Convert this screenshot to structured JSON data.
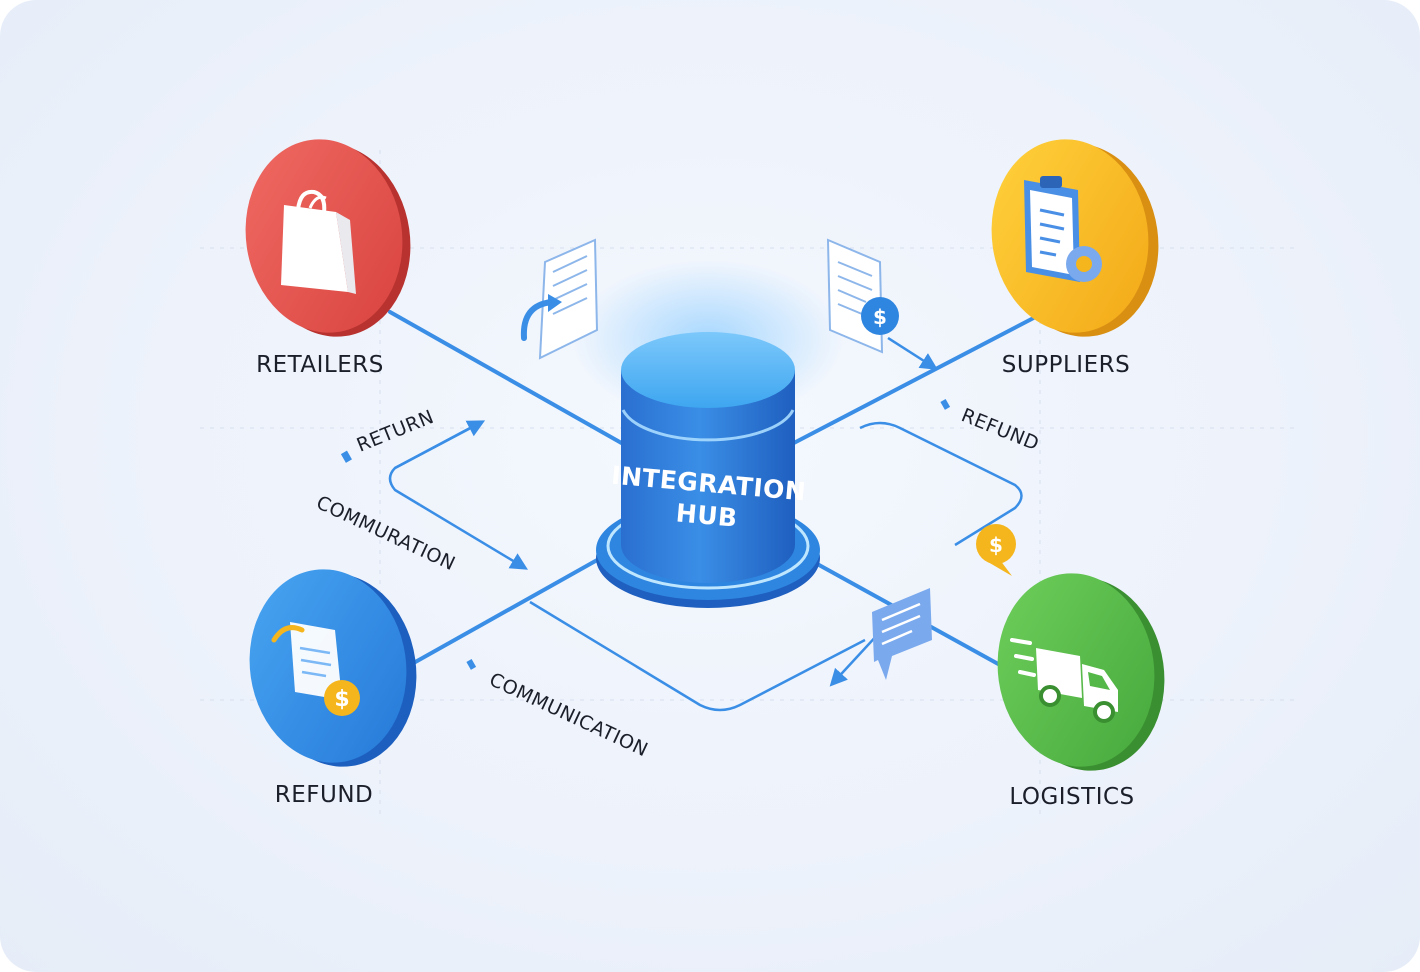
{
  "hub": {
    "line1": "INTEGRATION",
    "line2": "HUB"
  },
  "nodes": {
    "retailers": {
      "label": "RETAILERS",
      "color": "#e8524f",
      "icon": "shopping-bag-icon"
    },
    "suppliers": {
      "label": "SUPPLIERS",
      "color": "#f5b51d",
      "icon": "clipboard-gear-icon"
    },
    "refund": {
      "label": "REFUND",
      "color": "#2f86e0",
      "icon": "document-refund-icon"
    },
    "logistics": {
      "label": "LOGISTICS",
      "color": "#54b848",
      "icon": "delivery-truck-icon"
    }
  },
  "flows": {
    "return": "RETURN",
    "commuration": "COMMURATION",
    "communication": "COMMUNICATION",
    "refund": "REFUND"
  },
  "colors": {
    "accent": "#3a8ee6",
    "hub": "#2f7ad6"
  }
}
